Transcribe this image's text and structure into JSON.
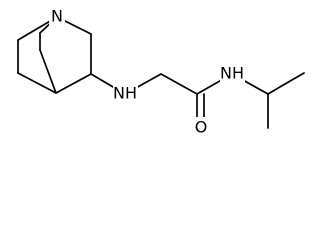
{
  "molecule": {
    "atoms": {
      "quinuclidine_n": "N",
      "amine_nh": "NH",
      "amide_nh": "NH",
      "carbonyl_o": "O"
    }
  }
}
